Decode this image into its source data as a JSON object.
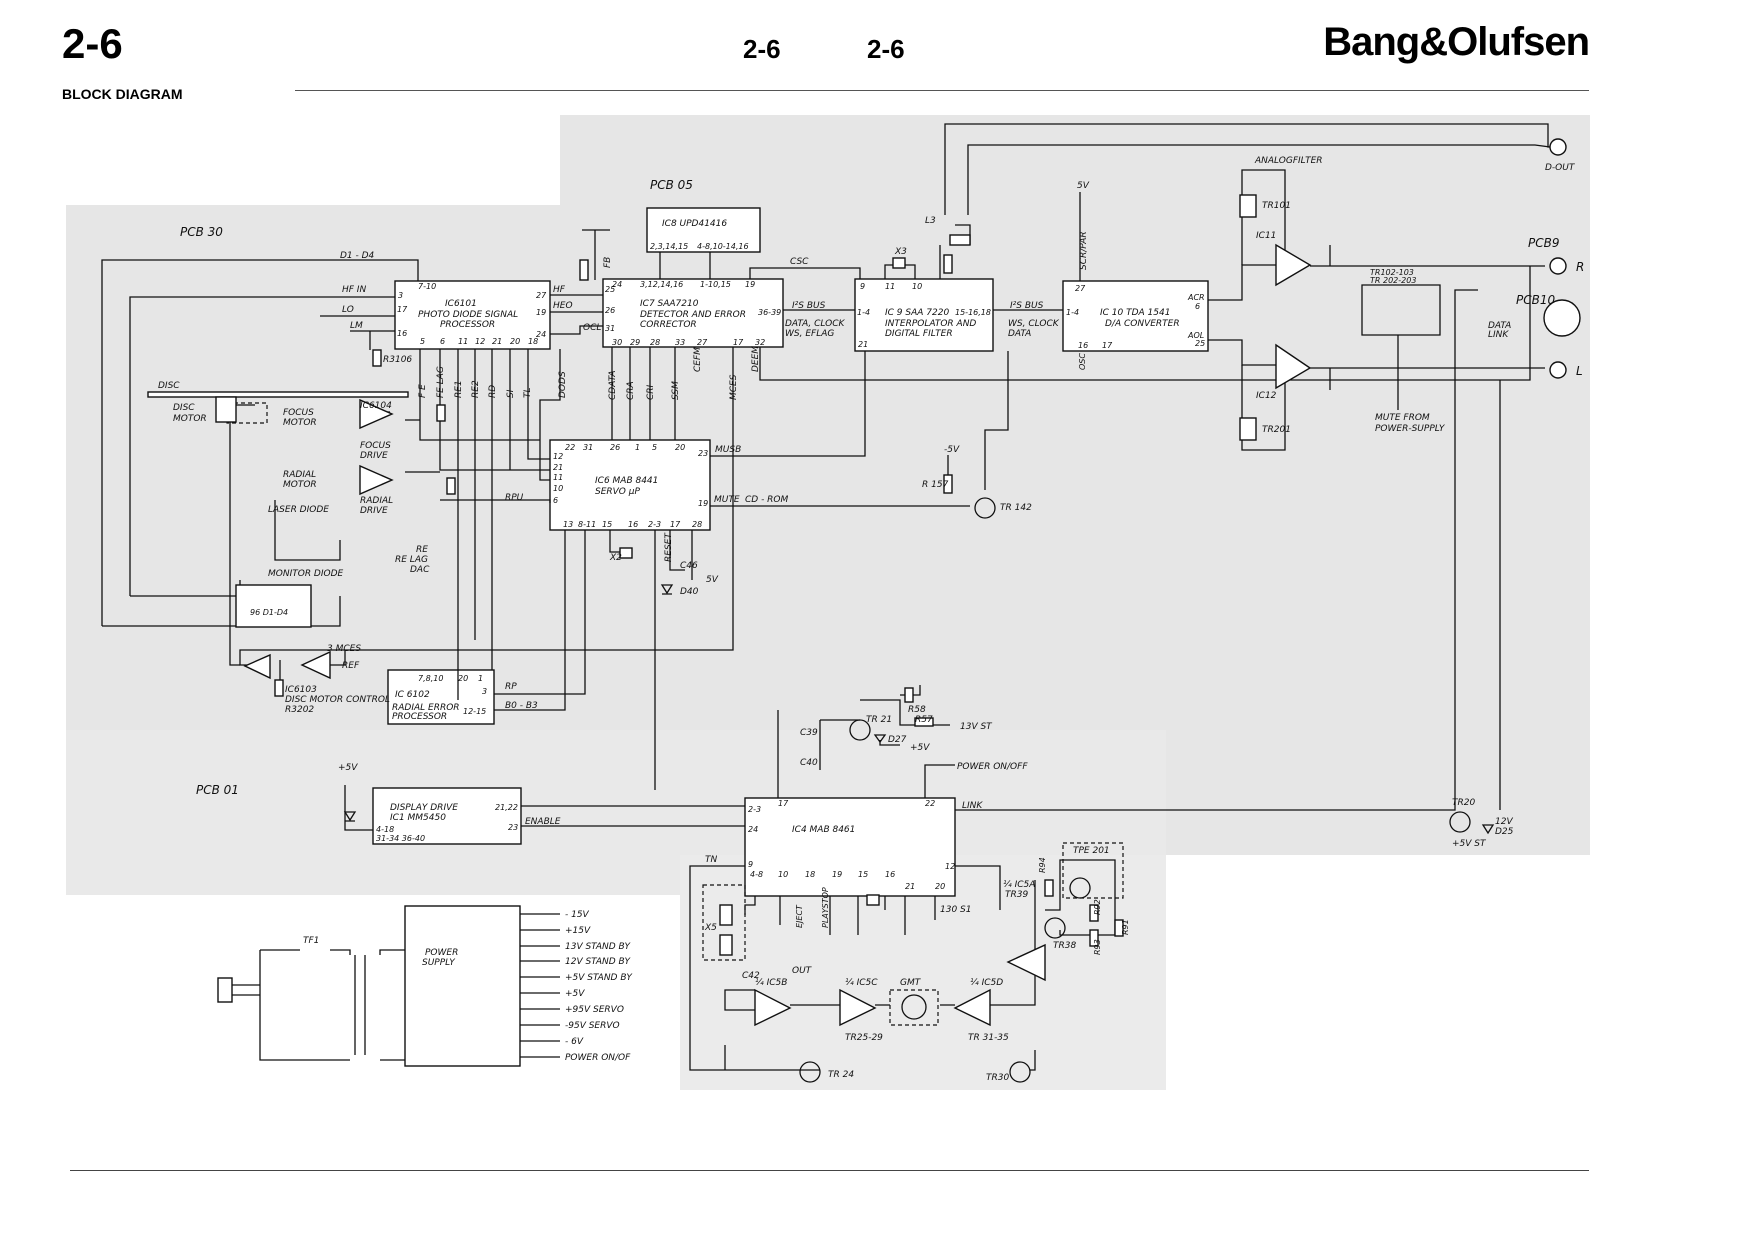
{
  "header": {
    "page_number": "2-6",
    "center_left": "2-6",
    "center_right": "2-6",
    "brand": "Bang&Olufsen",
    "section_title": "BLOCK DIAGRAM"
  },
  "regions": {
    "pcb30": "PCB 30",
    "pcb05": "PCB 05",
    "pcb01": "PCB 01",
    "pcb9": "PCB9",
    "pcb10": "PCB10"
  },
  "blocks": {
    "ic6101": [
      "IC6101",
      "PHOTO DIODE SIGNAL",
      "PROCESSOR"
    ],
    "ic8": "IC8 UPD41416",
    "ic7": [
      "IC7  SAA7210",
      "DETECTOR AND ERROR",
      "CORRECTOR"
    ],
    "ic9": [
      "IC 9 SAA 7220",
      "INTERPOLATOR AND",
      "DIGITAL FILTER"
    ],
    "ic10": [
      "IC 10 TDA 1541",
      "D/A CONVERTER"
    ],
    "ic6": [
      "IC6 MAB 8441",
      "SERVO µP"
    ],
    "ic6102": [
      "IC 6102",
      "RADIAL ERROR",
      "PROCESSOR"
    ],
    "ic1": [
      "DISPLAY DRIVE",
      "IC1 MM5450"
    ],
    "ic4": "IC4 MAB 8461",
    "power_supply": [
      "POWER",
      "SUPPLY"
    ]
  },
  "labels": {
    "analog_filter": "ANALOGFILTER",
    "d_out": "D-OUT",
    "r_out": "R",
    "l_out": "L",
    "five_v": "5V",
    "scr_par": "SCR/PAR",
    "l3": "L3",
    "x3": "X3",
    "tr101": "TR101",
    "tr201": "TR201",
    "ic11": "IC11",
    "ic12": "IC12",
    "tr_mute": "TR102-103",
    "tr_mute2": "TR 202-203",
    "mute_from": "MUTE FROM",
    "power_supply_lbl": "POWER-SUPPLY",
    "data_link": "DATA",
    "data_link2": "LINK",
    "acr": "ACR",
    "aol": "AOL",
    "osc": "OSC",
    "i2s_bus1": "I²S BUS",
    "i2s_bus2": "I²S BUS",
    "data_clock": "DATA, CLOCK",
    "ws_eflag": "WS, EFLAG",
    "ws_clock": "WS, CLOCK",
    "data": "DATA",
    "csc": "CSC",
    "d1d4": "D1 - D4",
    "hf_in": "HF IN",
    "lo": "LO",
    "lm": "LM",
    "hf": "HF",
    "heo": "HEO",
    "ocl": "OCL",
    "r3106": "R3106",
    "disc": "DISC",
    "disc_motor": [
      "DISC",
      "MOTOR"
    ],
    "focus_motor": [
      "FOCUS",
      "MOTOR"
    ],
    "radial_motor": [
      "RADIAL",
      "MOTOR"
    ],
    "laser_diode": "LASER DIODE",
    "monitor_diode": "MONITOR DIODE",
    "d1d4_box": "96 D1-D4",
    "ic6104": "IC6104",
    "focus_drive": [
      "FOCUS",
      "DRIVE"
    ],
    "radial_drive": [
      "RADIAL",
      "DRIVE"
    ],
    "re_lag_dac": [
      "RE",
      "RE LAG",
      "DAC"
    ],
    "ic6103": [
      "IC6103",
      "DISC MOTOR CONTROL",
      "R3202"
    ],
    "mces": "3 MCES",
    "ref": "REF",
    "rp": "RP",
    "rpu": "RPU",
    "b0b3": "B0 - B3",
    "musb": "MUSB",
    "mute": "MUTE",
    "cd_rom": "CD - ROM",
    "r157": "R 157",
    "v5_neg": "-5V",
    "tr142": "TR 142",
    "x2": "X2",
    "c46": "C46",
    "d40": "D40",
    "v5_c46": "5V",
    "reset": "RESET",
    "sig_fe": "F E",
    "sig_felag": "FE LAG",
    "sig_re1": "RE1",
    "sig_re2": "RE2",
    "sig_rd": "RD",
    "sig_si": "SI",
    "sig_tl": "TL",
    "sig_dods": "DODS",
    "sig_cdata": "CDATA",
    "sig_cra": "CRA",
    "sig_cri": "CRI",
    "sig_ssm": "SSM",
    "sig_cefm": "CEFM",
    "sig_mces": "MCES",
    "sig_deem": "DEEM",
    "fb": "FB",
    "c39": "C39",
    "c40": "C40",
    "tr21": "TR 21",
    "r58": "R58",
    "r57": "R57",
    "v13st": "13V ST",
    "d27": "D27",
    "v5_d27": "+5V",
    "power_onoff": "POWER ON/OFF",
    "link": "LINK",
    "enable": "ENABLE",
    "tr20": "TR20",
    "v12": "12V",
    "d25": "D25",
    "v5st": "+5V ST",
    "v5_pcb01": "+5V",
    "tpe201": "TPE 201",
    "tr39": "TR39",
    "ic5a": "¼ IC5A",
    "tr38": "TR38",
    "r94": "R94",
    "r92": "R92",
    "r93": "R93",
    "r91": "R91",
    "x5": "X5",
    "c42": "C42",
    "eject": "EJECT",
    "playstop": "PLAYSTOP",
    "s130": "130 S1",
    "tn": "TN",
    "out": "OUT",
    "ic5b": "¼ IC5B",
    "ic5c": "¼ IC5C",
    "ic5d": "¼ IC5D",
    "gmt": "GMT",
    "tr2529": "TR25-29",
    "tr3135": "TR 31-35",
    "tr24": "TR 24",
    "tr30": "TR30",
    "tf1": "TF1",
    "ps_outputs": [
      "- 15V",
      "+15V",
      "13V STAND BY",
      "12V STAND BY",
      "+5V STAND BY",
      "+5V",
      "+95V SERVO",
      "-95V SERVO",
      "- 6V",
      "POWER ON/OF"
    ]
  }
}
